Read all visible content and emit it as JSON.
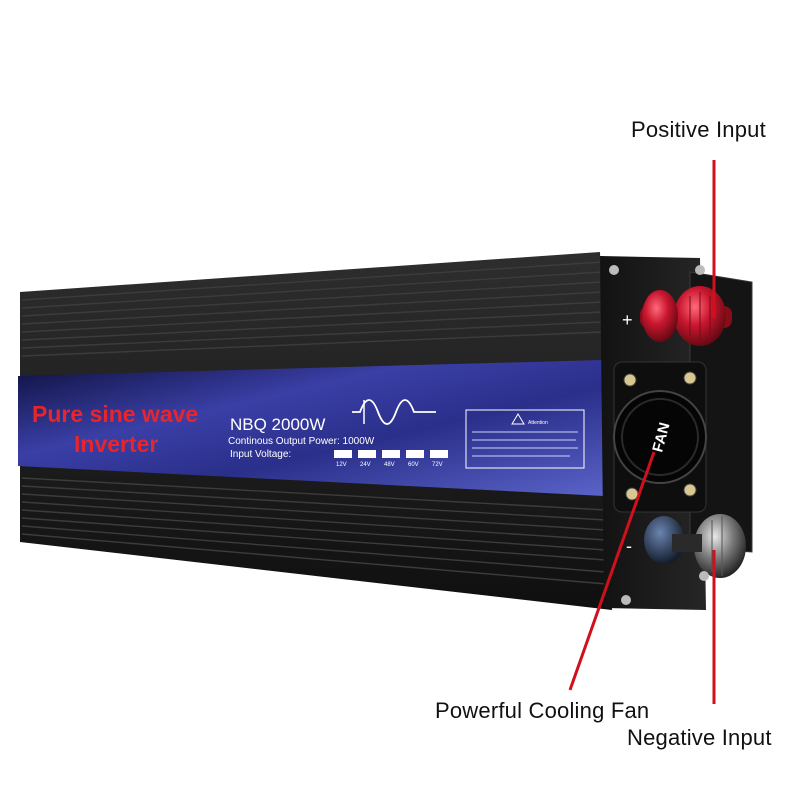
{
  "image": {
    "subject": "inverter-product-photo",
    "background_color": "#ffffff",
    "accent_color": "#d0101a"
  },
  "callouts": {
    "positive": "Positive Input",
    "fan": "Powerful Cooling Fan",
    "negative": "Negative Input"
  },
  "product": {
    "title_line1": "Pure sine wave",
    "title_line2": "Inverter",
    "model": "NBQ 2000W",
    "output": "Continous Output Power: 1000W",
    "input_label": "Input Voltage:",
    "voltages": [
      "12V",
      "24V",
      "48V",
      "60V",
      "72V"
    ],
    "warning_title": "Attention",
    "fan_text": "FAN",
    "plus_sign": "+",
    "minus_sign": "-"
  },
  "colors": {
    "housing": "#1a1a1a",
    "label_panel": "#2a2f8a",
    "title_text": "#e8242c",
    "positive_terminal": "#b5142a",
    "negative_terminal": "#2a3a52"
  }
}
